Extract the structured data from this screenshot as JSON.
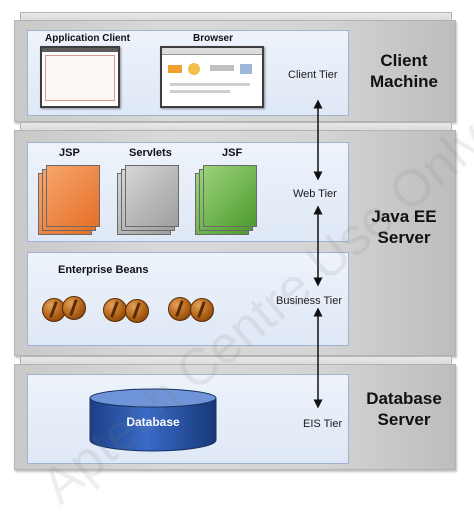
{
  "tiers": {
    "client": {
      "tier_label": "Client Tier",
      "machine_label": "Client\nMachine",
      "components": {
        "app_client": "Application Client",
        "browser": "Browser"
      }
    },
    "web": {
      "tier_label": "Web Tier",
      "components": {
        "jsp": "JSP",
        "servlets": "Servlets",
        "jsf": "JSF"
      }
    },
    "business": {
      "tier_label": "Business Tier",
      "components": {
        "beans": "Enterprise Beans"
      }
    },
    "server_label": "Java EE\nServer",
    "eis": {
      "tier_label": "EIS Tier",
      "machine_label": "Database\nServer",
      "components": {
        "database": "Database"
      }
    }
  },
  "watermark": "Aptech Centre Use Only",
  "colors": {
    "panel": "#dfe8f6",
    "slab": "#cfcfcf",
    "jsp": "#e56f27",
    "servlets": "#9e9e9e",
    "jsf": "#4f9c2e",
    "database": "#2a55a8"
  }
}
